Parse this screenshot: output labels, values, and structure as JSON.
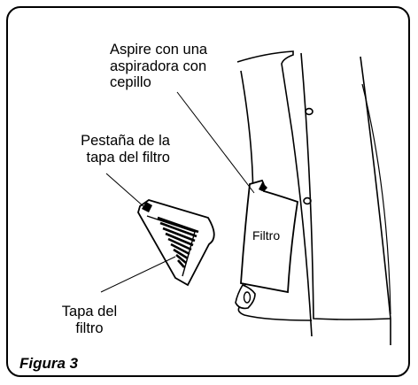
{
  "callouts": {
    "vacuum": [
      "Aspire con una",
      "aspiradora con",
      "cepillo"
    ],
    "tab": [
      "Pestaña de la",
      "tapa del filtro"
    ],
    "cover": [
      "Tapa del",
      "filtro"
    ]
  },
  "filter_label": "Filtro",
  "caption": "Figura 3"
}
